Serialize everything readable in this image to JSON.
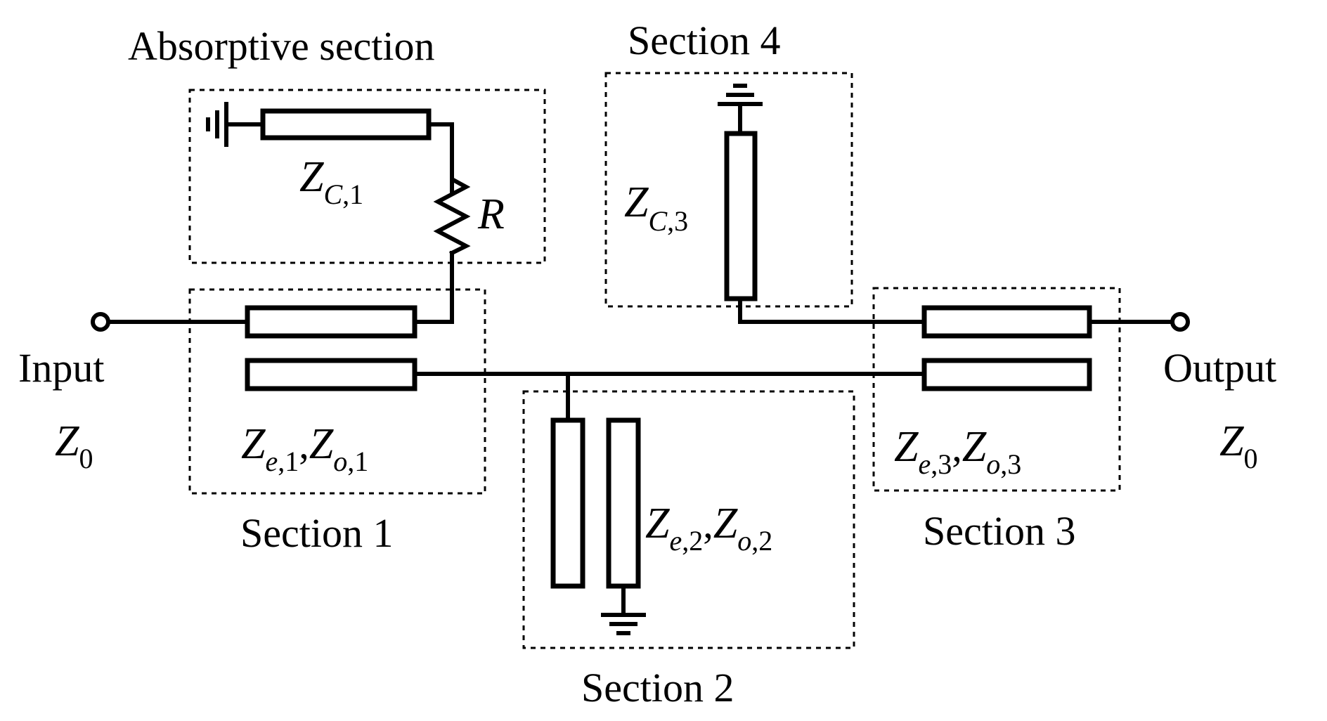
{
  "labels": {
    "absorptive_section": "Absorptive section",
    "section1": "Section 1",
    "section2": "Section 2",
    "section3": "Section 3",
    "section4": "Section 4",
    "input": "Input",
    "output": "Output",
    "resistor": "R"
  },
  "impedances": {
    "input_z0": {
      "sym": "Z",
      "sub": "0"
    },
    "output_z0": {
      "sym": "Z",
      "sub": "0"
    },
    "zc1": {
      "sym": "Z",
      "sub_var": "C",
      "sub_num": ",1"
    },
    "zc3": {
      "sym": "Z",
      "sub_var": "C",
      "sub_num": ",3"
    },
    "s1": {
      "a": "Z",
      "a_var": "e",
      "a_num": ",1",
      "sep": ",",
      "b": "Z",
      "b_var": "o",
      "b_num": ",1"
    },
    "s2": {
      "a": "Z",
      "a_var": "e",
      "a_num": ",2",
      "sep": ",",
      "b": "Z",
      "b_var": "o",
      "b_num": ",2"
    },
    "s3": {
      "a": "Z",
      "a_var": "e",
      "a_num": ",3",
      "sep": ",",
      "b": "Z",
      "b_var": "o",
      "b_num": ",3"
    }
  }
}
